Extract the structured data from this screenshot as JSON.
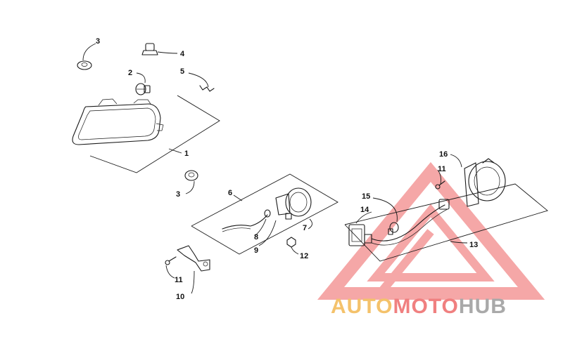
{
  "callouts": [
    {
      "id": "c1",
      "label": "1"
    },
    {
      "id": "c2",
      "label": "2"
    },
    {
      "id": "c3a",
      "label": "3"
    },
    {
      "id": "c3b",
      "label": "3"
    },
    {
      "id": "c4",
      "label": "4"
    },
    {
      "id": "c5",
      "label": "5"
    },
    {
      "id": "c6",
      "label": "6"
    },
    {
      "id": "c7",
      "label": "7"
    },
    {
      "id": "c8",
      "label": "8"
    },
    {
      "id": "c9",
      "label": "9"
    },
    {
      "id": "c10",
      "label": "10"
    },
    {
      "id": "c11a",
      "label": "11"
    },
    {
      "id": "c11b",
      "label": "11"
    },
    {
      "id": "c12",
      "label": "12"
    },
    {
      "id": "c13",
      "label": "13"
    },
    {
      "id": "c14",
      "label": "14"
    },
    {
      "id": "c15",
      "label": "15"
    },
    {
      "id": "c16",
      "label": "16"
    }
  ],
  "watermark": {
    "part1": "AUTO",
    "part2": "MOTO",
    "part3": "HUB",
    "color_auto": "#f4c26b",
    "color_moto": "#f08080",
    "color_hub": "#a9a9a9",
    "triangle_color": "#f28a8a"
  }
}
